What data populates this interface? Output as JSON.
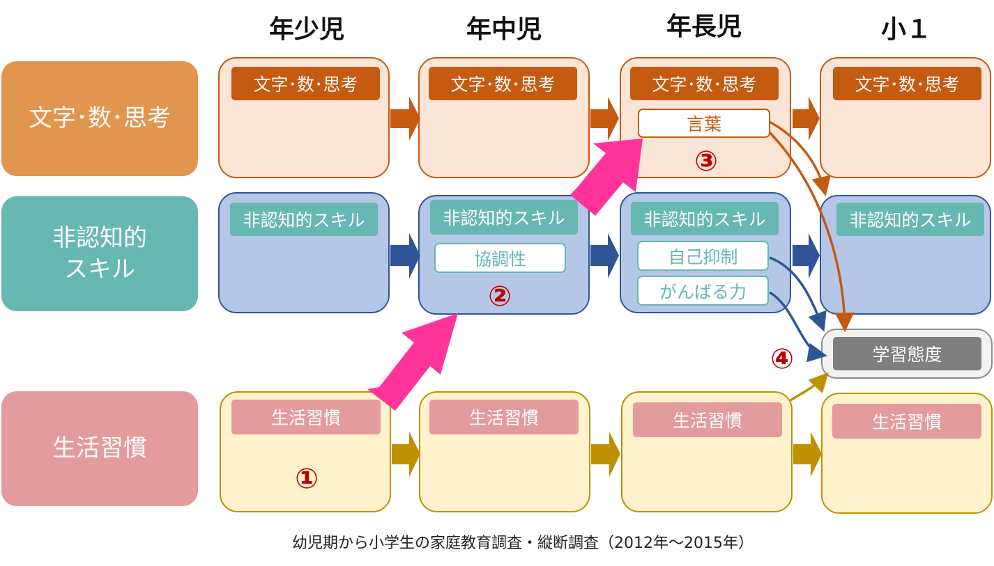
{
  "columns": [
    "年少児",
    "年中児",
    "年長児",
    "小１"
  ],
  "rows": {
    "cognitive": {
      "label": "文字･数･思考",
      "badge": "文字･数･思考",
      "color": "#e2954e",
      "box_fill": "#fbe5d6",
      "box_border": "#c55a11",
      "badge_color": "#c55a11"
    },
    "noncognitive": {
      "label_line1": "非認知的",
      "label_line2": "スキル",
      "badge": "非認知的スキル",
      "color": "#67b7b2",
      "box_fill": "#b4c7e7",
      "box_border": "#2f5597",
      "badge_color": "#67b7b2"
    },
    "habits": {
      "label": "生活習慣",
      "badge": "生活習慣",
      "color": "#e39b9b",
      "box_fill": "#fff2cc",
      "box_border": "#bf9000",
      "badge_color": "#e39b9b"
    }
  },
  "sub_items": {
    "kotoba": "言葉",
    "kyouchousei": "協調性",
    "jiko_yokusei": "自己抑制",
    "ganbaru": "がんばる力"
  },
  "learning_attitude": "学習態度",
  "markers": [
    "①",
    "②",
    "③",
    "④"
  ],
  "caption": "幼児期から小学生の家庭教育調査・縦断調査（2012年～2015年）",
  "colors": {
    "pink_arrow": "#ff3399",
    "marker": "#c00000",
    "attitude_badge": "#7f7f7f"
  }
}
